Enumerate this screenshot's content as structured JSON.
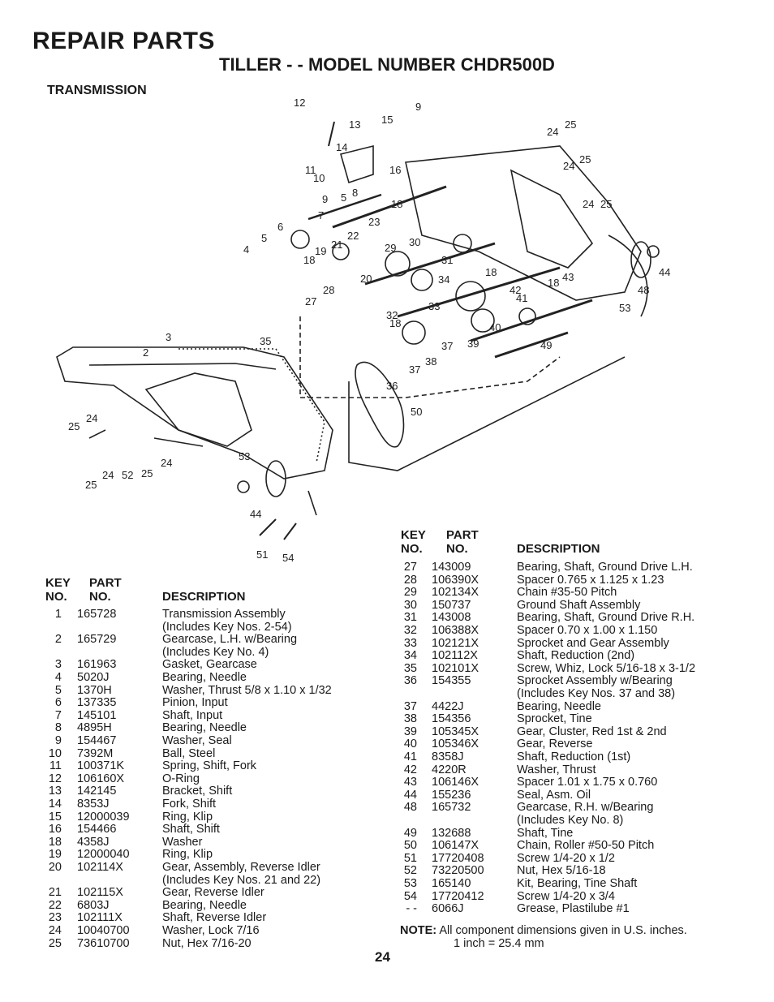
{
  "header": {
    "title": "REPAIR PARTS",
    "subtitle": "TILLER - - MODEL NUMBER CHDR500D",
    "section": "TRANSMISSION"
  },
  "diagram": {
    "callouts": [
      "12",
      "13",
      "15",
      "9",
      "14",
      "11",
      "10",
      "16",
      "9",
      "5",
      "8",
      "7",
      "18",
      "24",
      "25",
      "24",
      "25",
      "24",
      "25",
      "6",
      "5",
      "4",
      "23",
      "21",
      "22",
      "19",
      "29",
      "30",
      "31",
      "18",
      "20",
      "18",
      "34",
      "44",
      "28",
      "33",
      "42",
      "18",
      "43",
      "41",
      "48",
      "27",
      "32",
      "18",
      "40",
      "53",
      "3",
      "35",
      "37",
      "39",
      "49",
      "2",
      "37",
      "38",
      "36",
      "50",
      "24",
      "25",
      "53",
      "24",
      "52",
      "25",
      "24",
      "25",
      "44",
      "51",
      "54"
    ]
  },
  "table_headers": {
    "key_line1": "KEY",
    "key_line2": "NO.",
    "part_line1": "PART",
    "part_line2": "NO.",
    "description": "DESCRIPTION"
  },
  "left_rows": [
    {
      "key": "1",
      "part": "165728",
      "desc": "Transmission Assembly"
    },
    {
      "key": "",
      "part": "",
      "desc": "(Includes Key Nos. 2-54)"
    },
    {
      "key": "2",
      "part": "165729",
      "desc": "Gearcase, L.H. w/Bearing"
    },
    {
      "key": "",
      "part": "",
      "desc": "(Includes Key No. 4)"
    },
    {
      "key": "3",
      "part": "161963",
      "desc": "Gasket, Gearcase"
    },
    {
      "key": "4",
      "part": "5020J",
      "desc": "Bearing, Needle"
    },
    {
      "key": "5",
      "part": "1370H",
      "desc": "Washer, Thrust 5/8 x 1.10 x 1/32"
    },
    {
      "key": "6",
      "part": "137335",
      "desc": "Pinion, Input"
    },
    {
      "key": "7",
      "part": "145101",
      "desc": "Shaft, Input"
    },
    {
      "key": "8",
      "part": "4895H",
      "desc": "Bearing, Needle"
    },
    {
      "key": "9",
      "part": "154467",
      "desc": "Washer, Seal"
    },
    {
      "key": "10",
      "part": "7392M",
      "desc": "Ball, Steel"
    },
    {
      "key": "11",
      "part": "100371K",
      "desc": "Spring, Shift, Fork"
    },
    {
      "key": "12",
      "part": "106160X",
      "desc": "O-Ring"
    },
    {
      "key": "13",
      "part": "142145",
      "desc": "Bracket, Shift"
    },
    {
      "key": "14",
      "part": "8353J",
      "desc": "Fork, Shift"
    },
    {
      "key": "15",
      "part": "12000039",
      "desc": "Ring, Klip"
    },
    {
      "key": "16",
      "part": "154466",
      "desc": "Shaft, Shift"
    },
    {
      "key": "18",
      "part": "4358J",
      "desc": "Washer"
    },
    {
      "key": "19",
      "part": "12000040",
      "desc": "Ring, Klip"
    },
    {
      "key": "20",
      "part": "102114X",
      "desc": "Gear, Assembly, Reverse Idler"
    },
    {
      "key": "",
      "part": "",
      "desc": "(Includes Key Nos. 21 and 22)"
    },
    {
      "key": "21",
      "part": "102115X",
      "desc": "Gear, Reverse Idler"
    },
    {
      "key": "22",
      "part": "6803J",
      "desc": "Bearing, Needle"
    },
    {
      "key": "23",
      "part": "102111X",
      "desc": "Shaft, Reverse Idler"
    },
    {
      "key": "24",
      "part": "10040700",
      "desc": "Washer, Lock 7/16"
    },
    {
      "key": "25",
      "part": "73610700",
      "desc": "Nut, Hex 7/16-20"
    }
  ],
  "right_rows": [
    {
      "key": "27",
      "part": "143009",
      "desc": "Bearing, Shaft, Ground Drive L.H."
    },
    {
      "key": "28",
      "part": "106390X",
      "desc": "Spacer 0.765 x 1.125 x 1.23"
    },
    {
      "key": "29",
      "part": "102134X",
      "desc": "Chain #35-50 Pitch"
    },
    {
      "key": "30",
      "part": "150737",
      "desc": "Ground Shaft Assembly"
    },
    {
      "key": "31",
      "part": "143008",
      "desc": "Bearing, Shaft, Ground Drive R.H."
    },
    {
      "key": "32",
      "part": "106388X",
      "desc": "Spacer 0.70 x 1.00 x 1.150"
    },
    {
      "key": "33",
      "part": "102121X",
      "desc": "Sprocket and Gear Assembly"
    },
    {
      "key": "34",
      "part": "102112X",
      "desc": "Shaft, Reduction (2nd)"
    },
    {
      "key": "35",
      "part": "102101X",
      "desc": "Screw, Whiz, Lock 5/16-18 x 3-1/2"
    },
    {
      "key": "36",
      "part": "154355",
      "desc": "Sprocket Assembly w/Bearing"
    },
    {
      "key": "",
      "part": "",
      "desc": "(Includes Key Nos. 37 and 38)"
    },
    {
      "key": "37",
      "part": "4422J",
      "desc": "Bearing, Needle"
    },
    {
      "key": "38",
      "part": "154356",
      "desc": "Sprocket, Tine"
    },
    {
      "key": "39",
      "part": "105345X",
      "desc": "Gear, Cluster, Red 1st & 2nd"
    },
    {
      "key": "40",
      "part": "105346X",
      "desc": "Gear, Reverse"
    },
    {
      "key": "41",
      "part": "8358J",
      "desc": "Shaft, Reduction (1st)"
    },
    {
      "key": "42",
      "part": "4220R",
      "desc": "Washer, Thrust"
    },
    {
      "key": "43",
      "part": "106146X",
      "desc": "Spacer 1.01 x 1.75 x 0.760"
    },
    {
      "key": "44",
      "part": "155236",
      "desc": "Seal, Asm. Oil"
    },
    {
      "key": "48",
      "part": "165732",
      "desc": "Gearcase, R.H. w/Bearing"
    },
    {
      "key": "",
      "part": "",
      "desc": "(Includes Key No. 8)"
    },
    {
      "key": "49",
      "part": "132688",
      "desc": "Shaft, Tine"
    },
    {
      "key": "50",
      "part": "106147X",
      "desc": "Chain, Roller #50-50 Pitch"
    },
    {
      "key": "51",
      "part": "17720408",
      "desc": "Screw 1/4-20 x 1/2"
    },
    {
      "key": "52",
      "part": "73220500",
      "desc": "Nut, Hex 5/16-18"
    },
    {
      "key": "53",
      "part": "165140",
      "desc": "Kit, Bearing, Tine Shaft"
    },
    {
      "key": "54",
      "part": "17720412",
      "desc": "Screw 1/4-20 x 3/4"
    },
    {
      "key": "- -",
      "part": "6066J",
      "desc": "Grease, Plastilube #1"
    }
  ],
  "note": {
    "label": "NOTE:",
    "line1": "All component dimensions given in U.S. inches.",
    "line2": "1 inch = 25.4 mm"
  },
  "page_number": "24"
}
